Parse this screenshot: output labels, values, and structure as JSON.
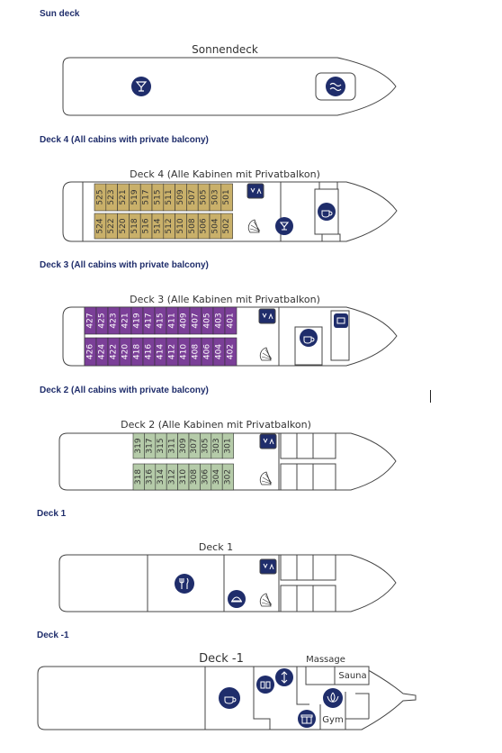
{
  "headings": {
    "sun": "Sun deck",
    "deck4": "Deck 4 (All cabins with private balcony)",
    "deck3": "Deck 3 (All cabins with private balcony)",
    "deck2": "Deck 2 (All cabins with private balcony)",
    "deck1": "Deck 1",
    "deckm1": "Deck -1"
  },
  "plan_titles": {
    "sun": "Sonnendeck",
    "deck4": "Deck 4 (Alle Kabinen mit Privatbalkon)",
    "deck3": "Deck 3 (Alle Kabinen mit Privatbalkon)",
    "deck2": "Deck 2 (Alle Kabinen mit Privatbalkon)",
    "deck1": "Deck 1",
    "deckm1": "Deck -1"
  },
  "rooms": {
    "massage": "Massage",
    "sauna": "Sauna",
    "gym": "Gym"
  },
  "cabins": {
    "deck4": {
      "top": [
        "525",
        "523",
        "521",
        "519",
        "517",
        "515",
        "511",
        "509",
        "507",
        "505",
        "503",
        "501"
      ],
      "bottom": [
        "524",
        "522",
        "520",
        "518",
        "516",
        "514",
        "512",
        "510",
        "508",
        "506",
        "504",
        "502"
      ],
      "color": "#c9b06a"
    },
    "deck3": {
      "top": [
        "427",
        "425",
        "423",
        "421",
        "419",
        "417",
        "415",
        "411",
        "409",
        "407",
        "405",
        "403",
        "401"
      ],
      "bottom": [
        "426",
        "424",
        "422",
        "420",
        "418",
        "416",
        "414",
        "412",
        "410",
        "408",
        "406",
        "404",
        "402"
      ],
      "color": "#7b3f98"
    },
    "deck2": {
      "top": [
        "319",
        "317",
        "315",
        "311",
        "309",
        "307",
        "305",
        "303",
        "301"
      ],
      "bottom": [
        "318",
        "316",
        "314",
        "312",
        "310",
        "308",
        "306",
        "304",
        "302"
      ],
      "color": "#b5cba9"
    }
  },
  "icons": {
    "sun": [
      "cocktail-icon",
      "pool-icon"
    ],
    "deck4": [
      "elevator-icon",
      "stairs-icon",
      "cocktail-icon",
      "coffee-icon"
    ],
    "deck3": [
      "elevator-icon",
      "stairs-icon",
      "coffee-icon",
      "reception-icon"
    ],
    "deck2": [
      "elevator-icon",
      "stairs-icon"
    ],
    "deck1": [
      "restaurant-icon",
      "buffet-icon",
      "elevator-icon",
      "stairs-icon"
    ],
    "deckm1": [
      "coffee-icon",
      "library-icon",
      "lift-icon",
      "spa-icon",
      "gift-icon"
    ]
  },
  "colors": {
    "navy": "#1f2d6b",
    "outline": "#333333"
  }
}
